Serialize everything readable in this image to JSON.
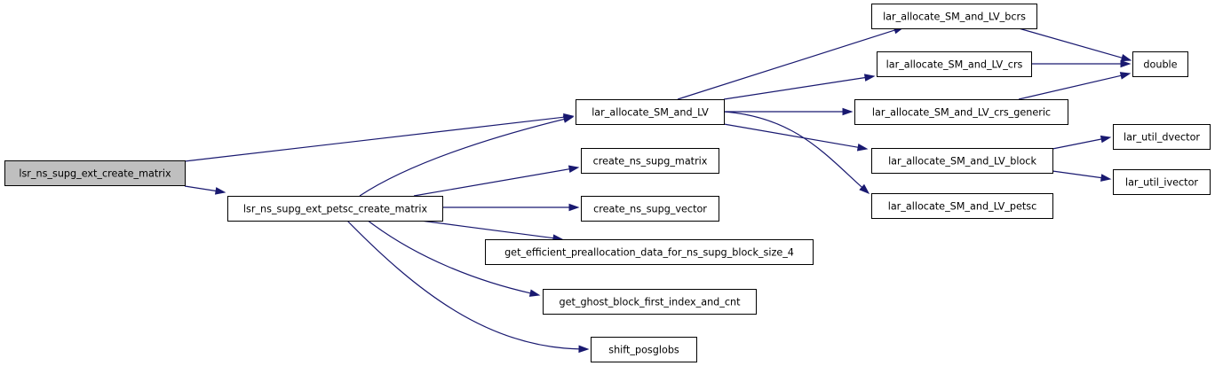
{
  "graph": {
    "colors": {
      "edge": "#191970",
      "root_fill": "#bfbfbf",
      "node_fill": "#ffffff",
      "border": "#000000"
    },
    "nodes": [
      {
        "id": "root",
        "label": "lsr_ns_supg_ext_create_matrix",
        "root": true
      },
      {
        "id": "petsc_create",
        "label": "lsr_ns_supg_ext_petsc_create_matrix"
      },
      {
        "id": "alloc_sm_lv",
        "label": "lar_allocate_SM_and_LV"
      },
      {
        "id": "create_matrix",
        "label": "create_ns_supg_matrix"
      },
      {
        "id": "create_vector",
        "label": "create_ns_supg_vector"
      },
      {
        "id": "prealloc",
        "label": "get_efficient_preallocation_data_for_ns_supg_block_size_4"
      },
      {
        "id": "ghost",
        "label": "get_ghost_block_first_index_and_cnt"
      },
      {
        "id": "shift",
        "label": "shift_posglobs"
      },
      {
        "id": "bcrs",
        "label": "lar_allocate_SM_and_LV_bcrs"
      },
      {
        "id": "crs",
        "label": "lar_allocate_SM_and_LV_crs"
      },
      {
        "id": "crs_generic",
        "label": "lar_allocate_SM_and_LV_crs_generic"
      },
      {
        "id": "block",
        "label": "lar_allocate_SM_and_LV_block"
      },
      {
        "id": "petsc",
        "label": "lar_allocate_SM_and_LV_petsc"
      },
      {
        "id": "double",
        "label": "double"
      },
      {
        "id": "dvector",
        "label": "lar_util_dvector"
      },
      {
        "id": "ivector",
        "label": "lar_util_ivector"
      }
    ],
    "edges": [
      {
        "from": "root",
        "to": "alloc_sm_lv"
      },
      {
        "from": "root",
        "to": "petsc_create"
      },
      {
        "from": "petsc_create",
        "to": "alloc_sm_lv"
      },
      {
        "from": "petsc_create",
        "to": "create_matrix"
      },
      {
        "from": "petsc_create",
        "to": "create_vector"
      },
      {
        "from": "petsc_create",
        "to": "prealloc"
      },
      {
        "from": "petsc_create",
        "to": "ghost"
      },
      {
        "from": "petsc_create",
        "to": "shift"
      },
      {
        "from": "alloc_sm_lv",
        "to": "bcrs"
      },
      {
        "from": "alloc_sm_lv",
        "to": "crs"
      },
      {
        "from": "alloc_sm_lv",
        "to": "crs_generic"
      },
      {
        "from": "alloc_sm_lv",
        "to": "block"
      },
      {
        "from": "alloc_sm_lv",
        "to": "petsc"
      },
      {
        "from": "bcrs",
        "to": "double"
      },
      {
        "from": "crs",
        "to": "double"
      },
      {
        "from": "crs_generic",
        "to": "double"
      },
      {
        "from": "block",
        "to": "dvector"
      },
      {
        "from": "block",
        "to": "ivector"
      }
    ]
  }
}
